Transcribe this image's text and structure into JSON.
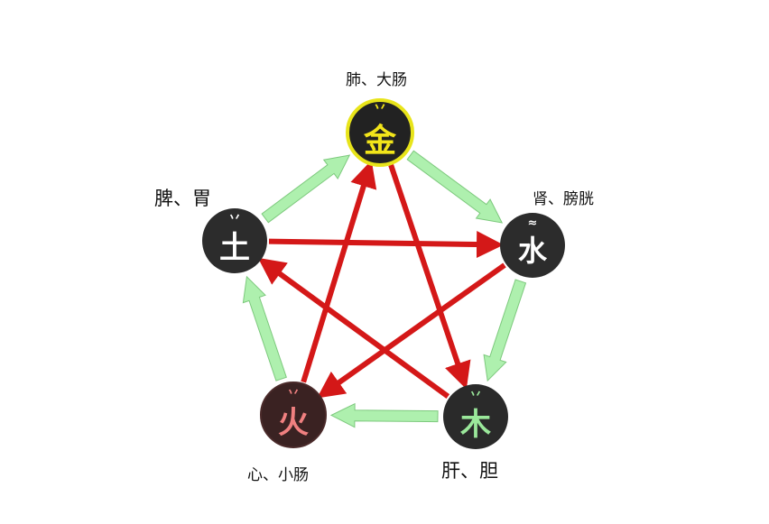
{
  "elements": {
    "metal": {
      "glyph": "金",
      "accent": "丷",
      "organs": "肺、大肠",
      "color": "#f2e51a"
    },
    "water": {
      "glyph": "水",
      "accent": "≈",
      "organs": "肾、膀胱",
      "color": "#ffffff"
    },
    "wood": {
      "glyph": "木",
      "accent": "丷",
      "organs": "肝、胆",
      "color": "#9be89b"
    },
    "fire": {
      "glyph": "火",
      "accent": "丷",
      "organs": "心、小肠",
      "color": "#f08080"
    },
    "earth": {
      "glyph": "土",
      "accent": "丷",
      "organs": "脾、胃",
      "color": "#ffffff"
    }
  },
  "colors": {
    "generating_arrow_fill": "#aef0ae",
    "generating_arrow_stroke": "#7dc97d",
    "controlling_arrow": "#d41818",
    "node_fill": "#2a2a2a",
    "metal_ring": "#e8e41a",
    "fire_node_fill": "#3a2222"
  },
  "cycles": {
    "generating": [
      [
        "metal",
        "water"
      ],
      [
        "water",
        "wood"
      ],
      [
        "wood",
        "fire"
      ],
      [
        "fire",
        "earth"
      ],
      [
        "earth",
        "metal"
      ]
    ],
    "controlling": [
      [
        "metal",
        "wood"
      ],
      [
        "wood",
        "earth"
      ],
      [
        "earth",
        "water"
      ],
      [
        "water",
        "fire"
      ],
      [
        "fire",
        "metal"
      ]
    ]
  }
}
